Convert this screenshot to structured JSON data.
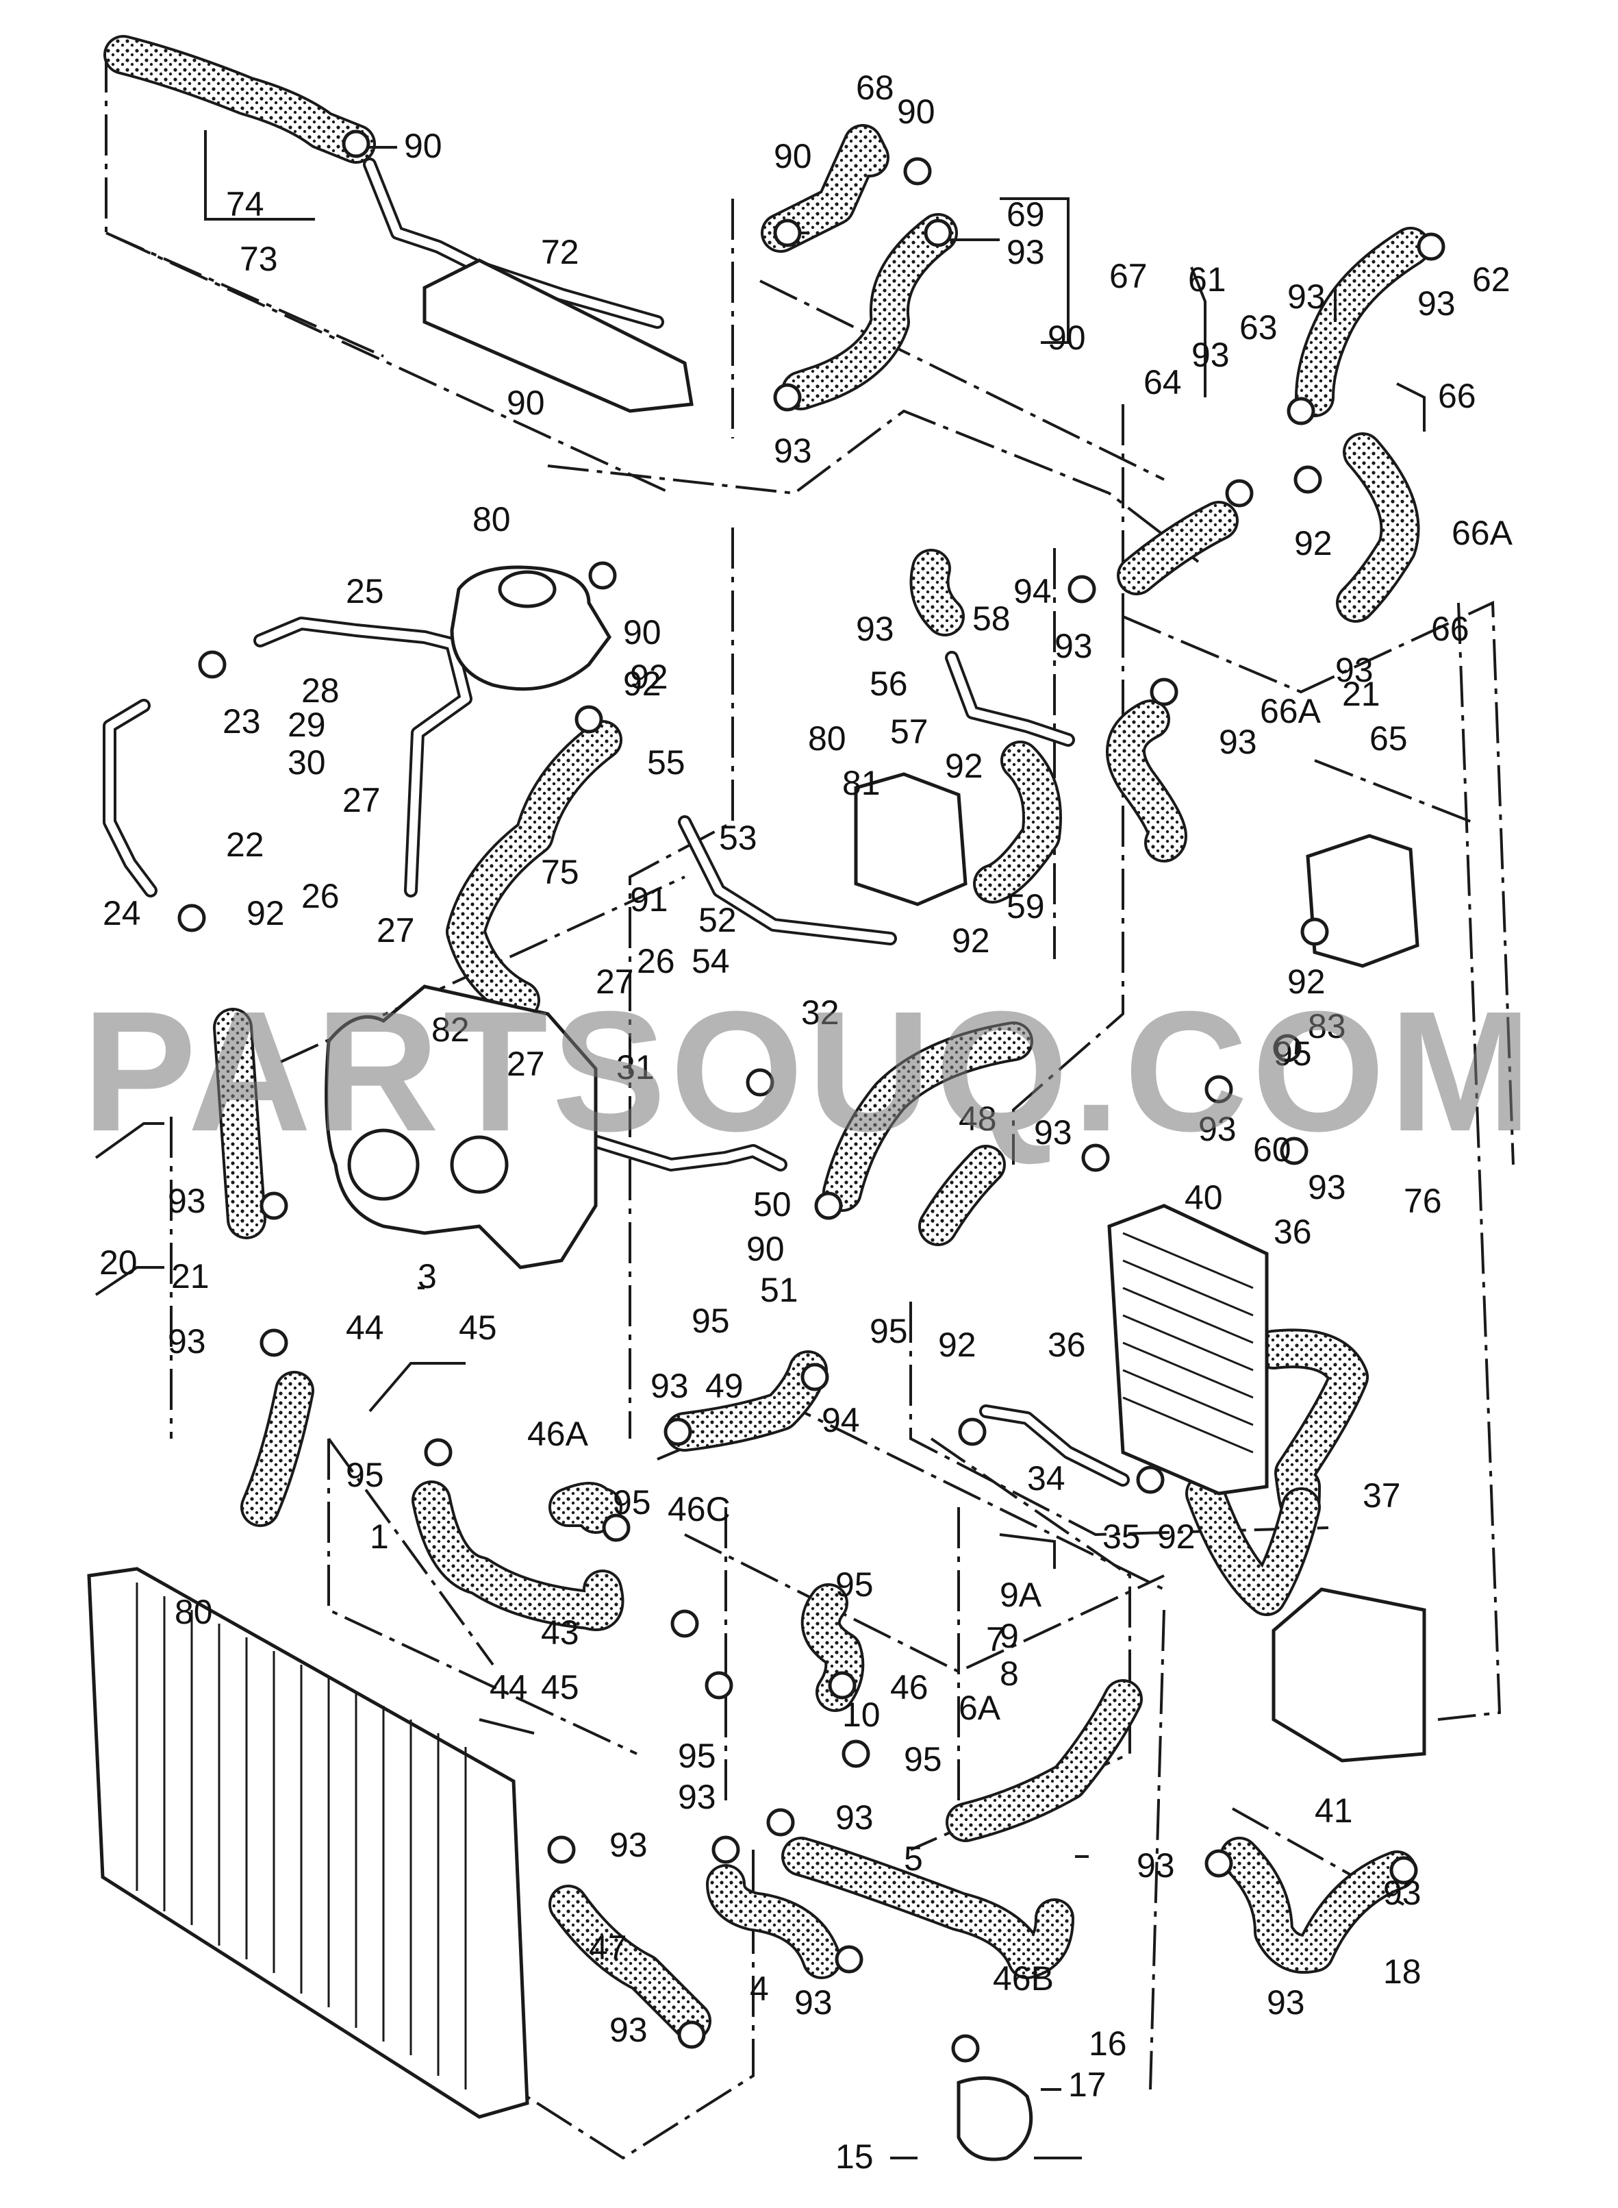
{
  "watermark": "PARTSOUQ.COM",
  "labels": [
    {
      "text": "90"
    },
    {
      "text": "74"
    },
    {
      "text": "73"
    },
    {
      "text": "72"
    },
    {
      "text": "90"
    },
    {
      "text": "68"
    },
    {
      "text": "90"
    },
    {
      "text": "90"
    },
    {
      "text": "69"
    },
    {
      "text": "93"
    },
    {
      "text": "67"
    },
    {
      "text": "90"
    },
    {
      "text": "93"
    },
    {
      "text": "61"
    },
    {
      "text": "93"
    },
    {
      "text": "62"
    },
    {
      "text": "93"
    },
    {
      "text": "63"
    },
    {
      "text": "93"
    },
    {
      "text": "64"
    },
    {
      "text": "66"
    },
    {
      "text": "66A"
    },
    {
      "text": "92"
    },
    {
      "text": "80"
    },
    {
      "text": "90"
    },
    {
      "text": "92"
    },
    {
      "text": "25"
    },
    {
      "text": "23"
    },
    {
      "text": "28"
    },
    {
      "text": "29"
    },
    {
      "text": "30"
    },
    {
      "text": "27"
    },
    {
      "text": "22"
    },
    {
      "text": "24"
    },
    {
      "text": "26"
    },
    {
      "text": "27"
    },
    {
      "text": "92"
    },
    {
      "text": "92"
    },
    {
      "text": "75"
    },
    {
      "text": "94"
    },
    {
      "text": "58"
    },
    {
      "text": "93"
    },
    {
      "text": "56"
    },
    {
      "text": "57"
    },
    {
      "text": "55"
    },
    {
      "text": "80"
    },
    {
      "text": "53"
    },
    {
      "text": "81"
    },
    {
      "text": "92"
    },
    {
      "text": "91"
    },
    {
      "text": "52"
    },
    {
      "text": "54"
    },
    {
      "text": "92"
    },
    {
      "text": "59"
    },
    {
      "text": "93"
    },
    {
      "text": "66"
    },
    {
      "text": "93"
    },
    {
      "text": "21"
    },
    {
      "text": "66A"
    },
    {
      "text": "93"
    },
    {
      "text": "65"
    },
    {
      "text": "92"
    },
    {
      "text": "83"
    },
    {
      "text": "27"
    },
    {
      "text": "26"
    },
    {
      "text": "82"
    },
    {
      "text": "27"
    },
    {
      "text": "31"
    },
    {
      "text": "32"
    },
    {
      "text": "95"
    },
    {
      "text": "93"
    },
    {
      "text": "60"
    },
    {
      "text": "93"
    },
    {
      "text": "76"
    },
    {
      "text": "48"
    },
    {
      "text": "93"
    },
    {
      "text": "40"
    },
    {
      "text": "50"
    },
    {
      "text": "36"
    },
    {
      "text": "90"
    },
    {
      "text": "51"
    },
    {
      "text": "95"
    },
    {
      "text": "95"
    },
    {
      "text": "36"
    },
    {
      "text": "93"
    },
    {
      "text": "49"
    },
    {
      "text": "94"
    },
    {
      "text": "92"
    },
    {
      "text": "20"
    },
    {
      "text": "93"
    },
    {
      "text": "21"
    },
    {
      "text": "93"
    },
    {
      "text": "3"
    },
    {
      "text": "44"
    },
    {
      "text": "45"
    },
    {
      "text": "95"
    },
    {
      "text": "1"
    },
    {
      "text": "46A"
    },
    {
      "text": "95"
    },
    {
      "text": "46C"
    },
    {
      "text": "34"
    },
    {
      "text": "35"
    },
    {
      "text": "92"
    },
    {
      "text": "37"
    },
    {
      "text": "80"
    },
    {
      "text": "43"
    },
    {
      "text": "95"
    },
    {
      "text": "46"
    },
    {
      "text": "7"
    },
    {
      "text": "9A"
    },
    {
      "text": "9"
    },
    {
      "text": "8"
    },
    {
      "text": "6A"
    },
    {
      "text": "44"
    },
    {
      "text": "45"
    },
    {
      "text": "10"
    },
    {
      "text": "95"
    },
    {
      "text": "95"
    },
    {
      "text": "93"
    },
    {
      "text": "93"
    },
    {
      "text": "41"
    },
    {
      "text": "93"
    },
    {
      "text": "5"
    },
    {
      "text": "93"
    },
    {
      "text": "93"
    },
    {
      "text": "47"
    },
    {
      "text": "4"
    },
    {
      "text": "93"
    },
    {
      "text": "93"
    },
    {
      "text": "46B"
    },
    {
      "text": "93"
    },
    {
      "text": "18"
    },
    {
      "text": "16"
    },
    {
      "text": "17"
    },
    {
      "text": "15"
    }
  ]
}
